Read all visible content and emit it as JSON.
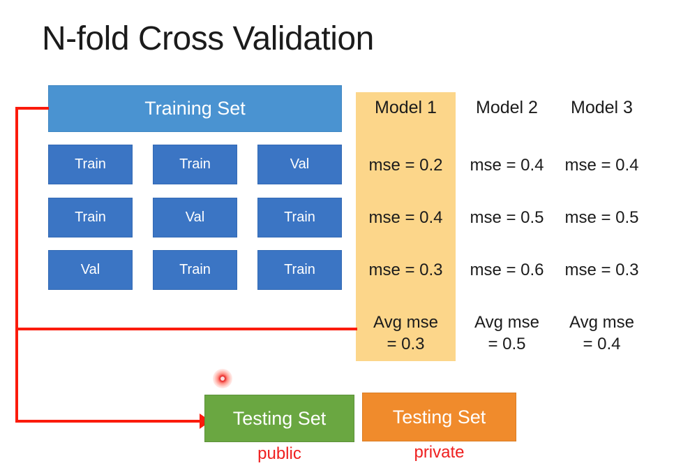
{
  "title": "N-fold Cross Validation",
  "training_set": {
    "label": "Training Set"
  },
  "folds": {
    "rows": [
      [
        "Train",
        "Train",
        "Val"
      ],
      [
        "Train",
        "Val",
        "Train"
      ],
      [
        "Val",
        "Train",
        "Train"
      ]
    ]
  },
  "models": [
    {
      "name": "Model 1",
      "mse": [
        "mse = 0.2",
        "mse = 0.4",
        "mse = 0.3"
      ],
      "avg": "Avg mse\n= 0.3",
      "highlighted": true
    },
    {
      "name": "Model 2",
      "mse": [
        "mse = 0.4",
        "mse = 0.5",
        "mse = 0.6"
      ],
      "avg": "Avg mse\n= 0.5",
      "highlighted": false
    },
    {
      "name": "Model 3",
      "mse": [
        "mse = 0.4",
        "mse = 0.5",
        "mse = 0.3"
      ],
      "avg": "Avg mse\n= 0.4",
      "highlighted": false
    }
  ],
  "testing": {
    "public": {
      "label": "Testing Set",
      "caption": "public"
    },
    "private": {
      "label": "Testing Set",
      "caption": "private"
    }
  },
  "colors": {
    "training_set": "#4a93d1",
    "fold_cell": "#3b75c4",
    "model_highlight": "#fcd68a",
    "testing_public": "#6aa741",
    "testing_private": "#f08b2c",
    "connector": "#fb1b0c",
    "caption": "#ef2020",
    "title": "#1b1b1b"
  }
}
